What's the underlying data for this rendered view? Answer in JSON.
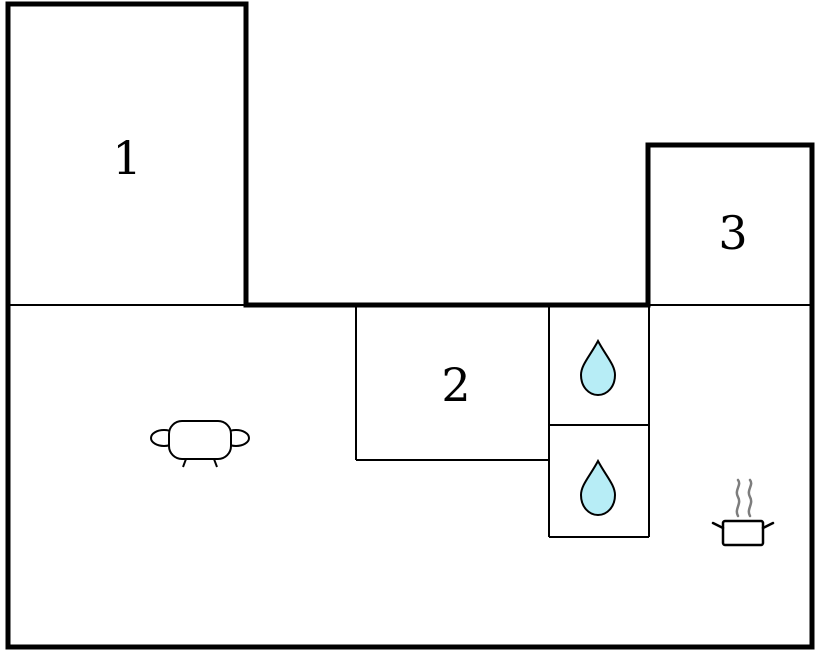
{
  "rooms": [
    {
      "label": "1"
    },
    {
      "label": "2"
    },
    {
      "label": "3"
    }
  ],
  "icons": {
    "sofa": "sofa-icon",
    "water_drop_1": "water-drop-icon",
    "water_drop_2": "water-drop-icon",
    "cooking_pot": "cooking-pot-icon"
  },
  "colors": {
    "wall": "#000000",
    "background": "#ffffff",
    "water_drop_fill": "#b7edf6",
    "steam": "#7d7d7d",
    "icon_fill": "#ffffff"
  }
}
